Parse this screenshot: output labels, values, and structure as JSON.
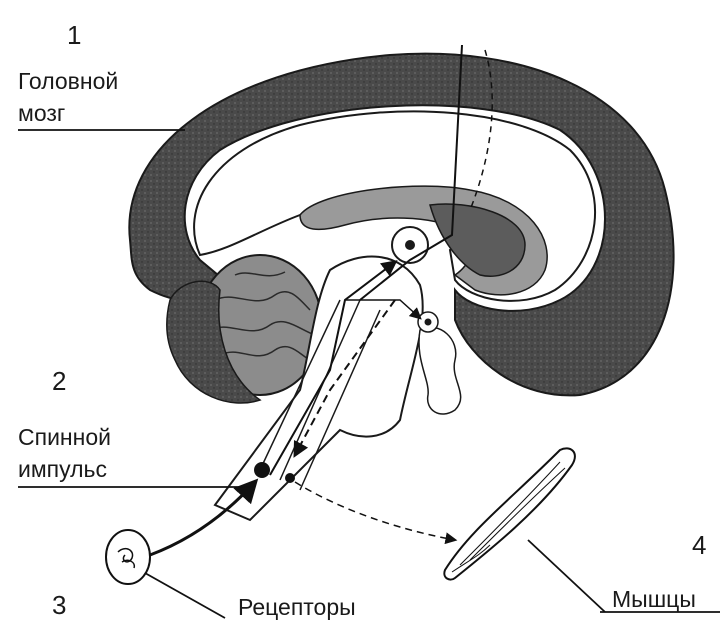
{
  "labels": {
    "n1": "1",
    "n2": "2",
    "n3": "3",
    "n4": "4",
    "brain_line1": "Головной",
    "brain_line2": "мозг",
    "spinal_line1": "Спинной",
    "spinal_line2": "импульс",
    "receptors": "Рецепторы",
    "muscles": "Мышцы"
  },
  "colors": {
    "cortex": "#4a4a4a",
    "inner": "#9a9a9a",
    "dark": "#5c5c5c",
    "line": "#111111",
    "cerebellum": "#8c8c8c"
  }
}
